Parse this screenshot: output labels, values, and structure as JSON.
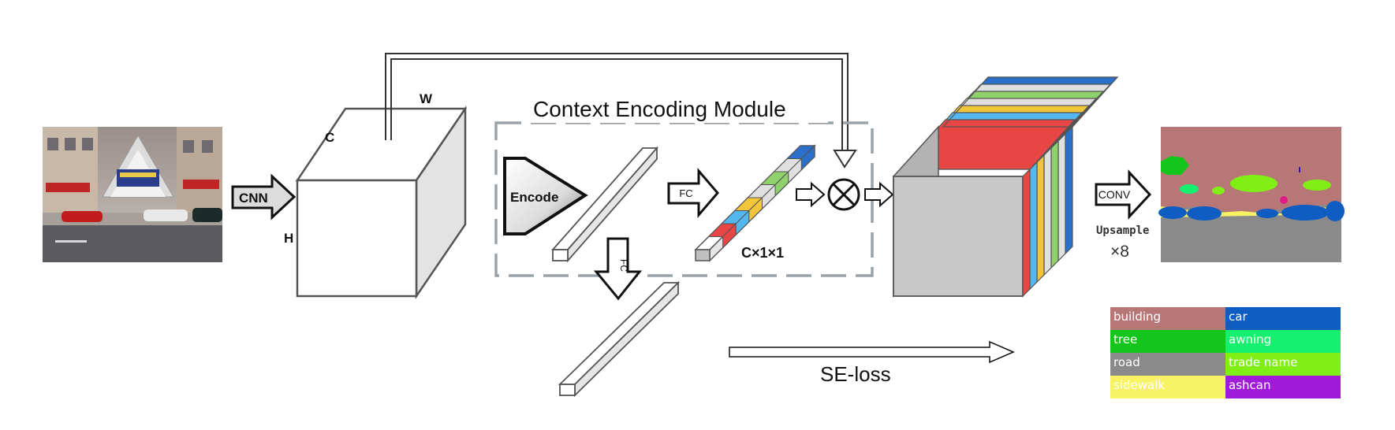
{
  "labels": {
    "cnn": "CNN",
    "dim_c": "C",
    "dim_w": "W",
    "dim_h": "H",
    "module_title": "Context Encoding Module",
    "encode": "Encode",
    "fc_main": "FC",
    "fc_branch": "FC",
    "vector_dims": "C×1×1",
    "conv": "CONV",
    "upsample": "Upsample",
    "upsample_factor": "×8",
    "se_loss": "SE-loss"
  },
  "legend": [
    {
      "label": "building",
      "color": "#b87777"
    },
    {
      "label": "car",
      "color": "#0f5cc2"
    },
    {
      "label": "tree",
      "color": "#14c51c"
    },
    {
      "label": "awning",
      "color": "#16f06f"
    },
    {
      "label": "road",
      "color": "#8a8a8a"
    },
    {
      "label": "trade name",
      "color": "#7fef16"
    },
    {
      "label": "sidewalk",
      "color": "#f7f364"
    },
    {
      "label": "ashcan",
      "color": "#a01bd9"
    }
  ],
  "vector_cell_colors": [
    "#e84545",
    "#53b8ef",
    "#f3c53a",
    "#e0e0e0",
    "#8fd16a",
    "#e0e0e0",
    "#2a6fc9"
  ],
  "feature_stripe_colors": [
    "#e84545",
    "#53b8ef",
    "#f3c53a",
    "#e0e0e0",
    "#8fd16a",
    "#e0e0e0",
    "#2a6fc9"
  ]
}
